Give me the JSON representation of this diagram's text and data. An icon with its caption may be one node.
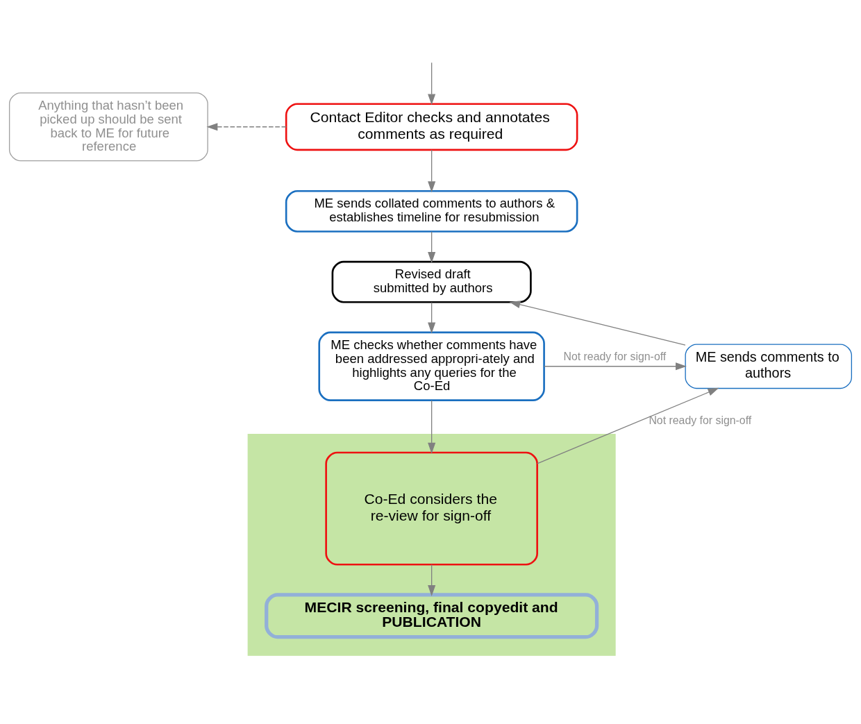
{
  "diagram": {
    "nodes": [
      {
        "text": [
          "Anything that hasn’t been picked up should be sent back to ME for future reference"
        ]
      },
      {
        "text": [
          "Contact Editor checks and annotates comments as required"
        ]
      },
      {
        "text": [
          "ME sends collated comments to authors & establishes timeline for resubmission"
        ]
      },
      {
        "text": [
          "Revised draft submitted by authors"
        ]
      },
      {
        "text": [
          "ME checks whether comments have been addressed appropri-ately and highlights any queries for the Co-Ed"
        ]
      },
      {
        "text": [
          "ME sends comments to authors"
        ]
      },
      {
        "text": [],
        "shape": "box"
      },
      {
        "text": [
          "Co-Ed considers the re-view for sign-off"
        ],
        "in": 6
      },
      {
        "text": [
          "MECIR screening, final copyedit and PUBLICATION"
        ],
        "in": 6
      }
    ],
    "edges": [
      {
        "from": null,
        "to": 1,
        "arrow": "to"
      },
      {
        "from": 1,
        "to": 0,
        "arrow": "to",
        "style": "dashed"
      },
      {
        "from": 1,
        "to": 2,
        "arrow": "to"
      },
      {
        "from": 2,
        "to": 3,
        "arrow": "to"
      },
      {
        "from": 3,
        "to": 4,
        "arrow": "to"
      },
      {
        "from": 4,
        "to": 5,
        "arrow": "to",
        "label": "Not ready for sign-off"
      },
      {
        "from": 5,
        "to": 3,
        "arrow": "to"
      },
      {
        "from": 4,
        "to": 7,
        "arrow": "to"
      },
      {
        "from": 7,
        "to": 5,
        "arrow": "to",
        "label": "Not ready for sign-off"
      },
      {
        "from": 7,
        "to": 8,
        "arrow": "to"
      }
    ]
  }
}
